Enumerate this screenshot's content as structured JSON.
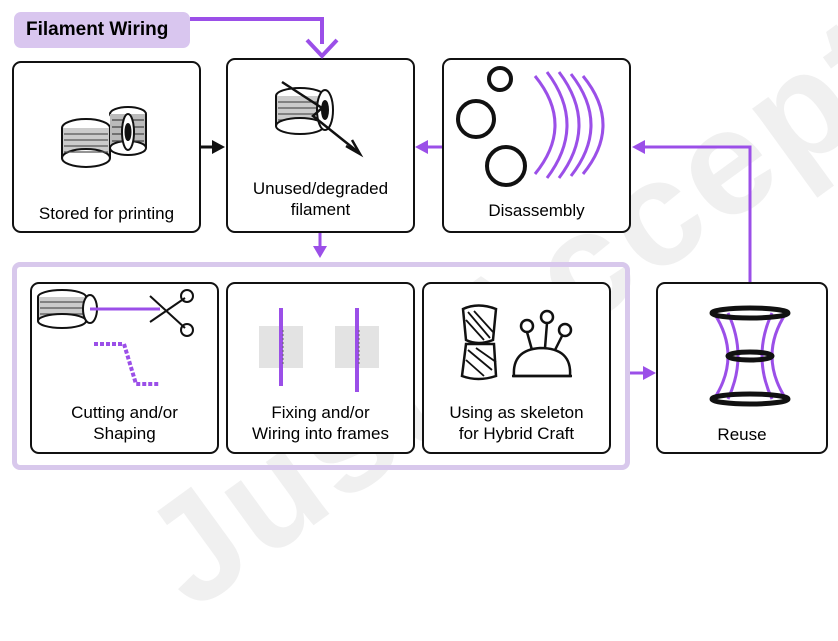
{
  "title": "Filament Wiring",
  "nodes": {
    "stored": "Stored for printing",
    "unused": "Unused/degraded\nfilament",
    "disassembly": "Disassembly",
    "cutting": "Cutting and/or\nShaping",
    "fixing": "Fixing and/or\nWiring into frames",
    "skeleton": "Using as skeleton\nfor Hybrid Craft",
    "reuse": "Reuse"
  },
  "watermark": "Just Accepted",
  "colors": {
    "accent": "#9b4fe8",
    "accent_light": "#d9c6ef",
    "border": "#111111"
  }
}
